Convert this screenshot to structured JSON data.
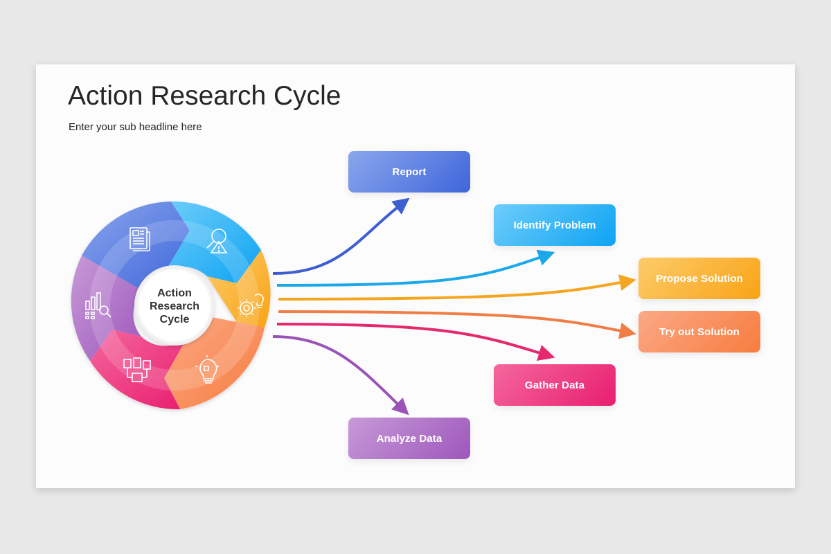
{
  "header": {
    "title": "Action Research Cycle",
    "subtitle": "Enter your sub headline here"
  },
  "cycle": {
    "center_line1": "Action",
    "center_line2": "Research",
    "center_line3": "Cycle",
    "segments": [
      {
        "icon": "report-document-icon",
        "color": "#5b7fe0"
      },
      {
        "icon": "magnifier-warning-icon",
        "color": "#3ab4f2"
      },
      {
        "icon": "gear-bulb-money-icon",
        "color": "#fbb02f"
      },
      {
        "icon": "puzzle-bulb-icon",
        "color": "#f88a5a"
      },
      {
        "icon": "flowchart-icon",
        "color": "#ee4d92"
      },
      {
        "icon": "chart-magnifier-icon",
        "color": "#a76fc8"
      }
    ]
  },
  "steps": {
    "report": {
      "label": "Report",
      "color": "#4a72de"
    },
    "identify": {
      "label": "Identify Problem",
      "color": "#1aaef5"
    },
    "propose": {
      "label": "Propose Solution",
      "color": "#f9ab22"
    },
    "tryout": {
      "label": "Try out Solution",
      "color": "#f8804a"
    },
    "gather": {
      "label": "Gather Data",
      "color": "#ec2f7a"
    },
    "analyze": {
      "label": "Analyze Data",
      "color": "#a462bf"
    }
  }
}
